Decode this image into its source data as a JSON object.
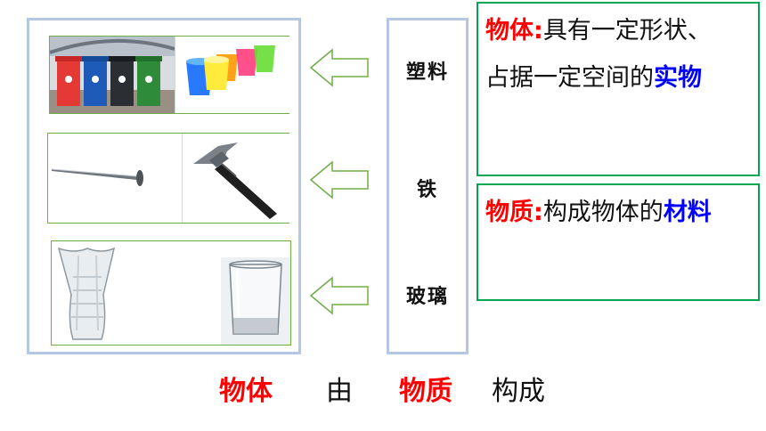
{
  "materials": [
    "塑料",
    "铁",
    "玻璃"
  ],
  "definitions": {
    "object": {
      "term": "物体",
      "colon": ":",
      "text_a": "具有一定形状、",
      "text_b": "占据一定空间的",
      "emph": "实物"
    },
    "substance": {
      "term": "物质",
      "colon": ":",
      "text": "构成物体的",
      "emph": "材料"
    }
  },
  "conclusion": {
    "part1": "物体",
    "part2": "由",
    "part3": "物质",
    "part4": "构成"
  },
  "colors": {
    "accent_red": "#ff0000",
    "accent_blue": "#0000ff",
    "panel_border": "#b4c7e7",
    "box_border": "#00a651",
    "arrow_stroke": "#70ad47"
  }
}
